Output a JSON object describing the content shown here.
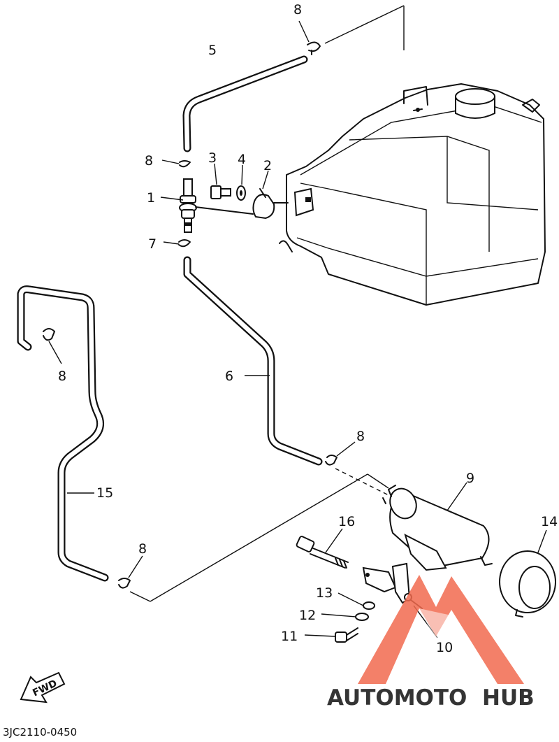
{
  "diagram": {
    "drawing_code": "3JC2110-0450",
    "direction_label": "FWD",
    "callouts": {
      "c1": "1",
      "c2": "2",
      "c3": "3",
      "c4": "4",
      "c5": "5",
      "c6": "6",
      "c7": "7",
      "c8a": "8",
      "c8b": "8",
      "c8c": "8",
      "c8d": "8",
      "c8e": "8",
      "c9": "9",
      "c10": "10",
      "c11": "11",
      "c12": "12",
      "c13": "13",
      "c14": "14",
      "c15": "15",
      "c16": "16"
    }
  },
  "watermark": {
    "text_auto": "AUTOMOTO",
    "text_hub": "HUB",
    "color_primary": "#f26b4f",
    "color_secondary": "#8a8a8a"
  }
}
